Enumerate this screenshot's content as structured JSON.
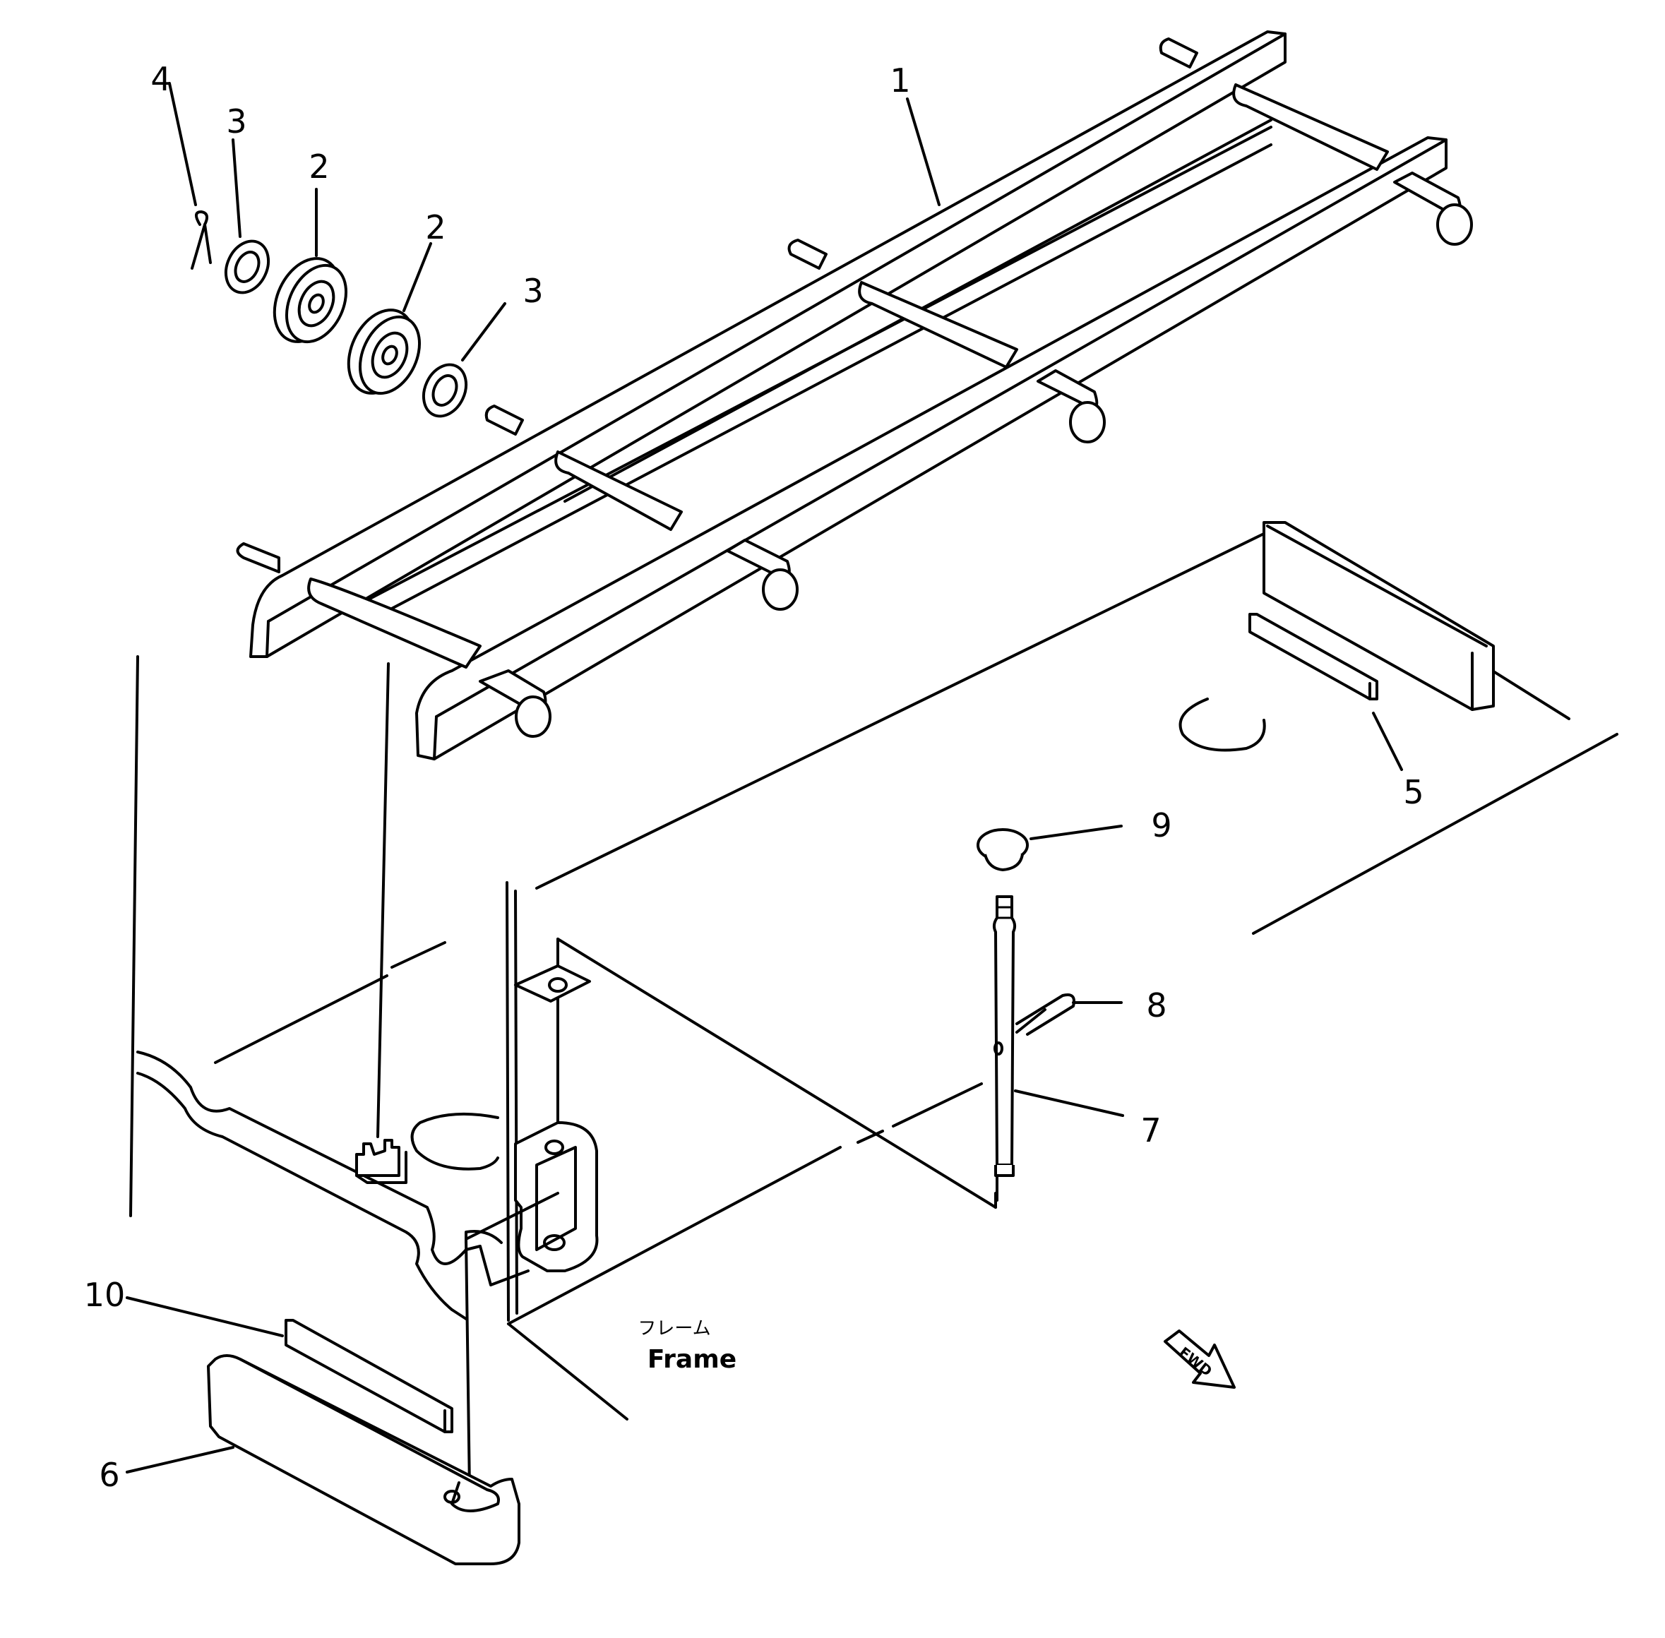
{
  "callouts": [
    {
      "id": "1",
      "label": "1"
    },
    {
      "id": "2a",
      "label": "2"
    },
    {
      "id": "2b",
      "label": "2"
    },
    {
      "id": "3a",
      "label": "3"
    },
    {
      "id": "3b",
      "label": "3"
    },
    {
      "id": "4",
      "label": "4"
    },
    {
      "id": "5",
      "label": "5"
    },
    {
      "id": "6",
      "label": "6"
    },
    {
      "id": "7",
      "label": "7"
    },
    {
      "id": "8",
      "label": "8"
    },
    {
      "id": "9",
      "label": "9"
    },
    {
      "id": "10",
      "label": "10"
    }
  ],
  "frame_caption": {
    "jp": "フレーム",
    "en": "Frame"
  },
  "direction_indicator": {
    "label": "FWD"
  }
}
